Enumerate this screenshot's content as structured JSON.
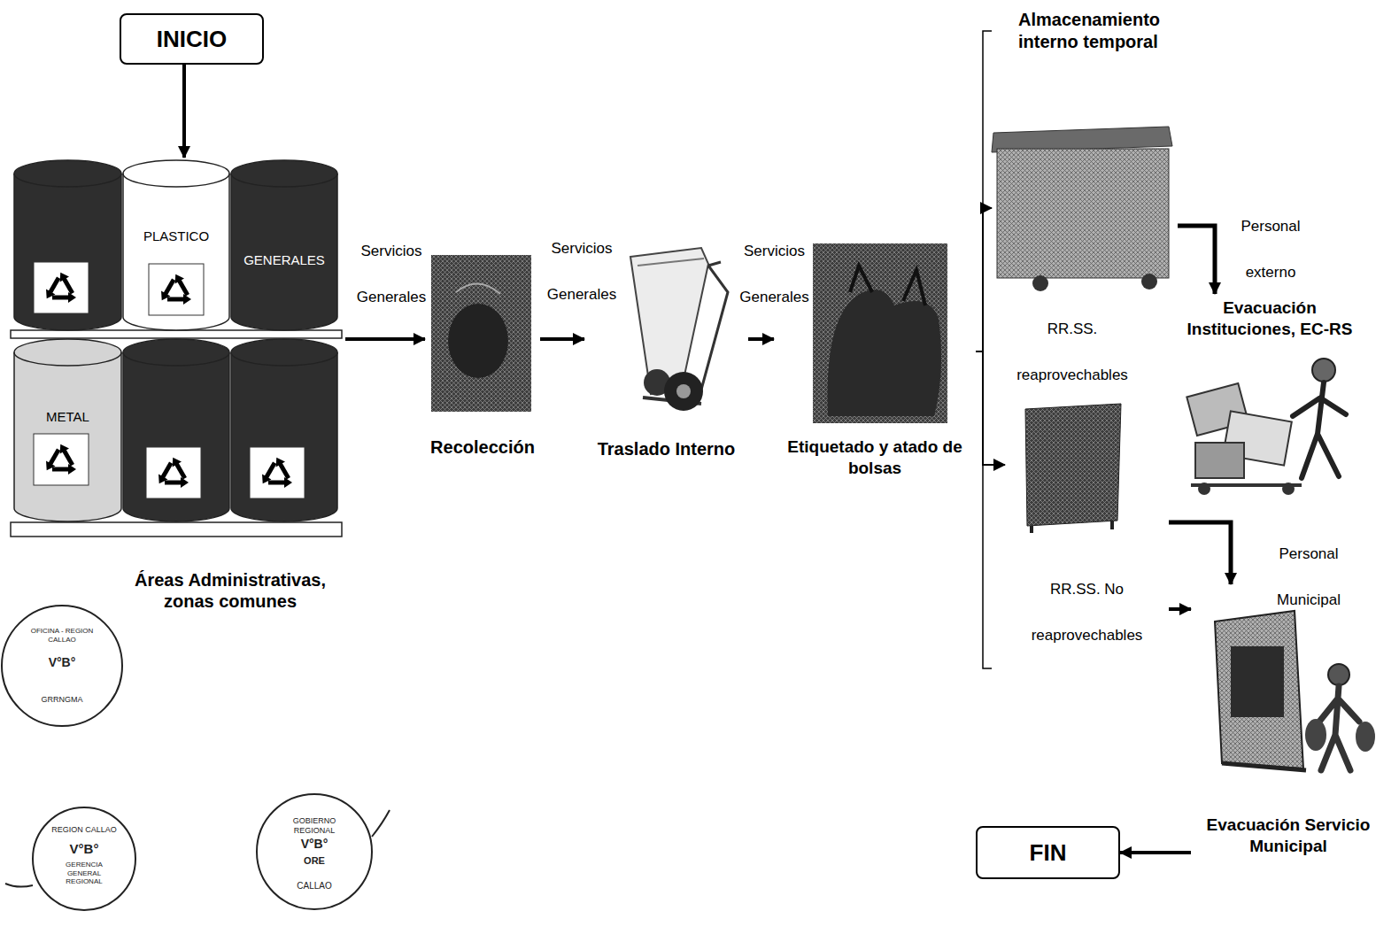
{
  "diagram": {
    "nodes": [
      {
        "text": [
          "INICIO"
        ]
      },
      {
        "text": [
          "Áreas Administrativas, zonas comunes"
        ]
      },
      {
        "text": [
          "PLASTICO"
        ],
        "in": 1
      },
      {
        "text": [
          "GENERALES"
        ],
        "in": 1
      },
      {
        "text": [
          "METAL"
        ],
        "in": 1
      },
      {
        "text": [
          "Recolección"
        ]
      },
      {
        "text": [
          "Traslado Interno"
        ]
      },
      {
        "text": [
          "Etiquetado y atado de bolsas"
        ]
      },
      {
        "text": [
          "Almacenamiento interno temporal",
          "RR.SS. reaprovechables"
        ]
      },
      {
        "text": [
          "RR.SS. No reaprovechables"
        ]
      },
      {
        "text": [
          "Evacuación Instituciones, EC-RS"
        ]
      },
      {
        "text": [
          "Evacuación Servicio Municipal"
        ]
      },
      {
        "text": [
          "FIN"
        ]
      }
    ],
    "edges": [
      {
        "from": 0,
        "to": 1,
        "arrow": "to"
      },
      {
        "from": 1,
        "to": 5,
        "label": "Servicios Generales",
        "arrow": "to"
      },
      {
        "from": 5,
        "to": 6,
        "label": "Servicios Generales",
        "arrow": "to"
      },
      {
        "from": 6,
        "to": 7,
        "label": "Servicios Generales",
        "arrow": "to"
      },
      {
        "from": 7,
        "to": 8,
        "arrow": "to"
      },
      {
        "from": 7,
        "to": 9,
        "arrow": "to"
      },
      {
        "from": 8,
        "to": 10,
        "label": "Personal externo",
        "arrow": "to"
      },
      {
        "from": 9,
        "to": 11,
        "label": "Personal Municipal",
        "arrow": "to"
      },
      {
        "from": 9,
        "to": 11,
        "arrow": "to"
      },
      {
        "from": 11,
        "to": 12,
        "arrow": "to"
      }
    ],
    "labels": [
      "OFICINA - REGION CALLAO",
      "V°B°",
      "GRRNGMA",
      "REGION CALLAO",
      "V°B°",
      "GERENCIA GENERAL REGIONAL",
      "GOBIERNO REGIONAL",
      "V°B°",
      "ORE",
      "CALLAO"
    ]
  }
}
